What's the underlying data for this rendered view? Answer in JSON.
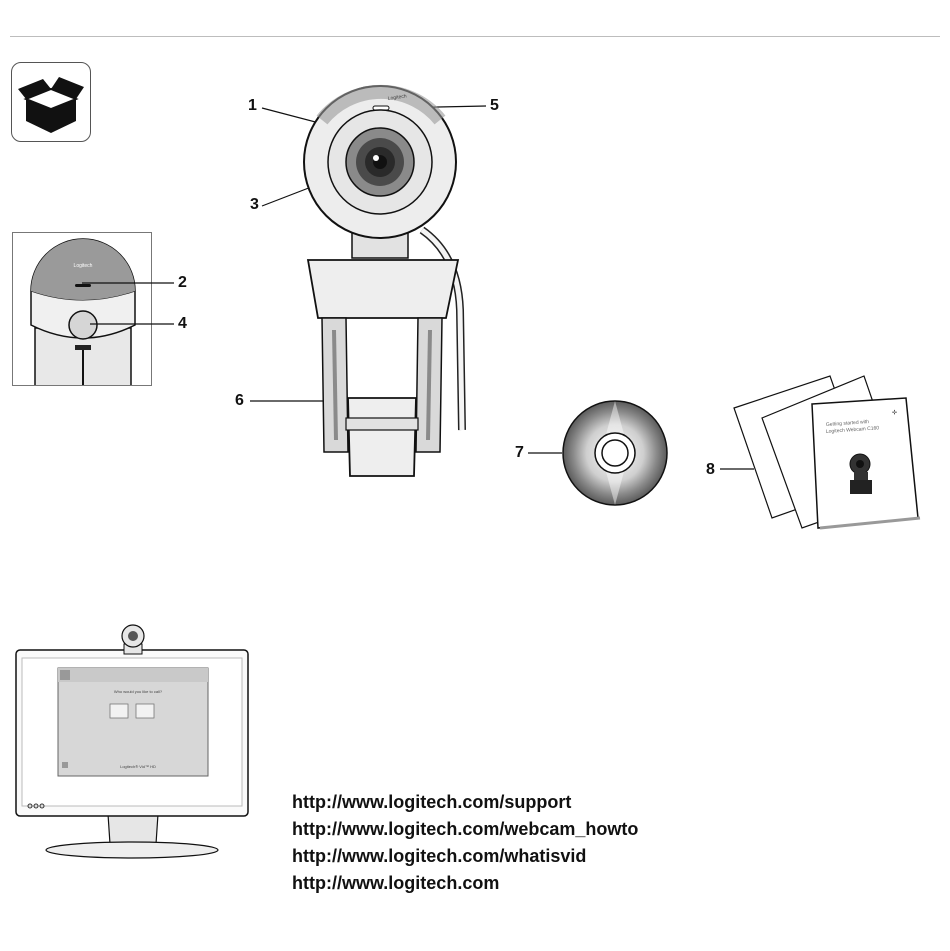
{
  "callouts": {
    "c1": "1",
    "c2": "2",
    "c3": "3",
    "c4": "4",
    "c5": "5",
    "c6": "6",
    "c7": "7",
    "c8": "8"
  },
  "urls": [
    "http://www.logitech.com/support",
    "http://www.logitech.com/webcam_howto",
    "http://www.logitech.com/whatisvid",
    "http://www.logitech.com"
  ],
  "screen": {
    "question": "Who would you like to call?",
    "brand": "Logitech® Vid™ HD"
  },
  "icons": {
    "package": "open-box-icon",
    "camera": "webcam-icon",
    "cd": "cd-disc-icon",
    "docs": "document-stack-icon",
    "monitor": "monitor-icon"
  },
  "colors": {
    "line": "#111111",
    "light_gray": "#e6e6e6",
    "mid_gray": "#bdbdbd",
    "dark": "#222222"
  }
}
